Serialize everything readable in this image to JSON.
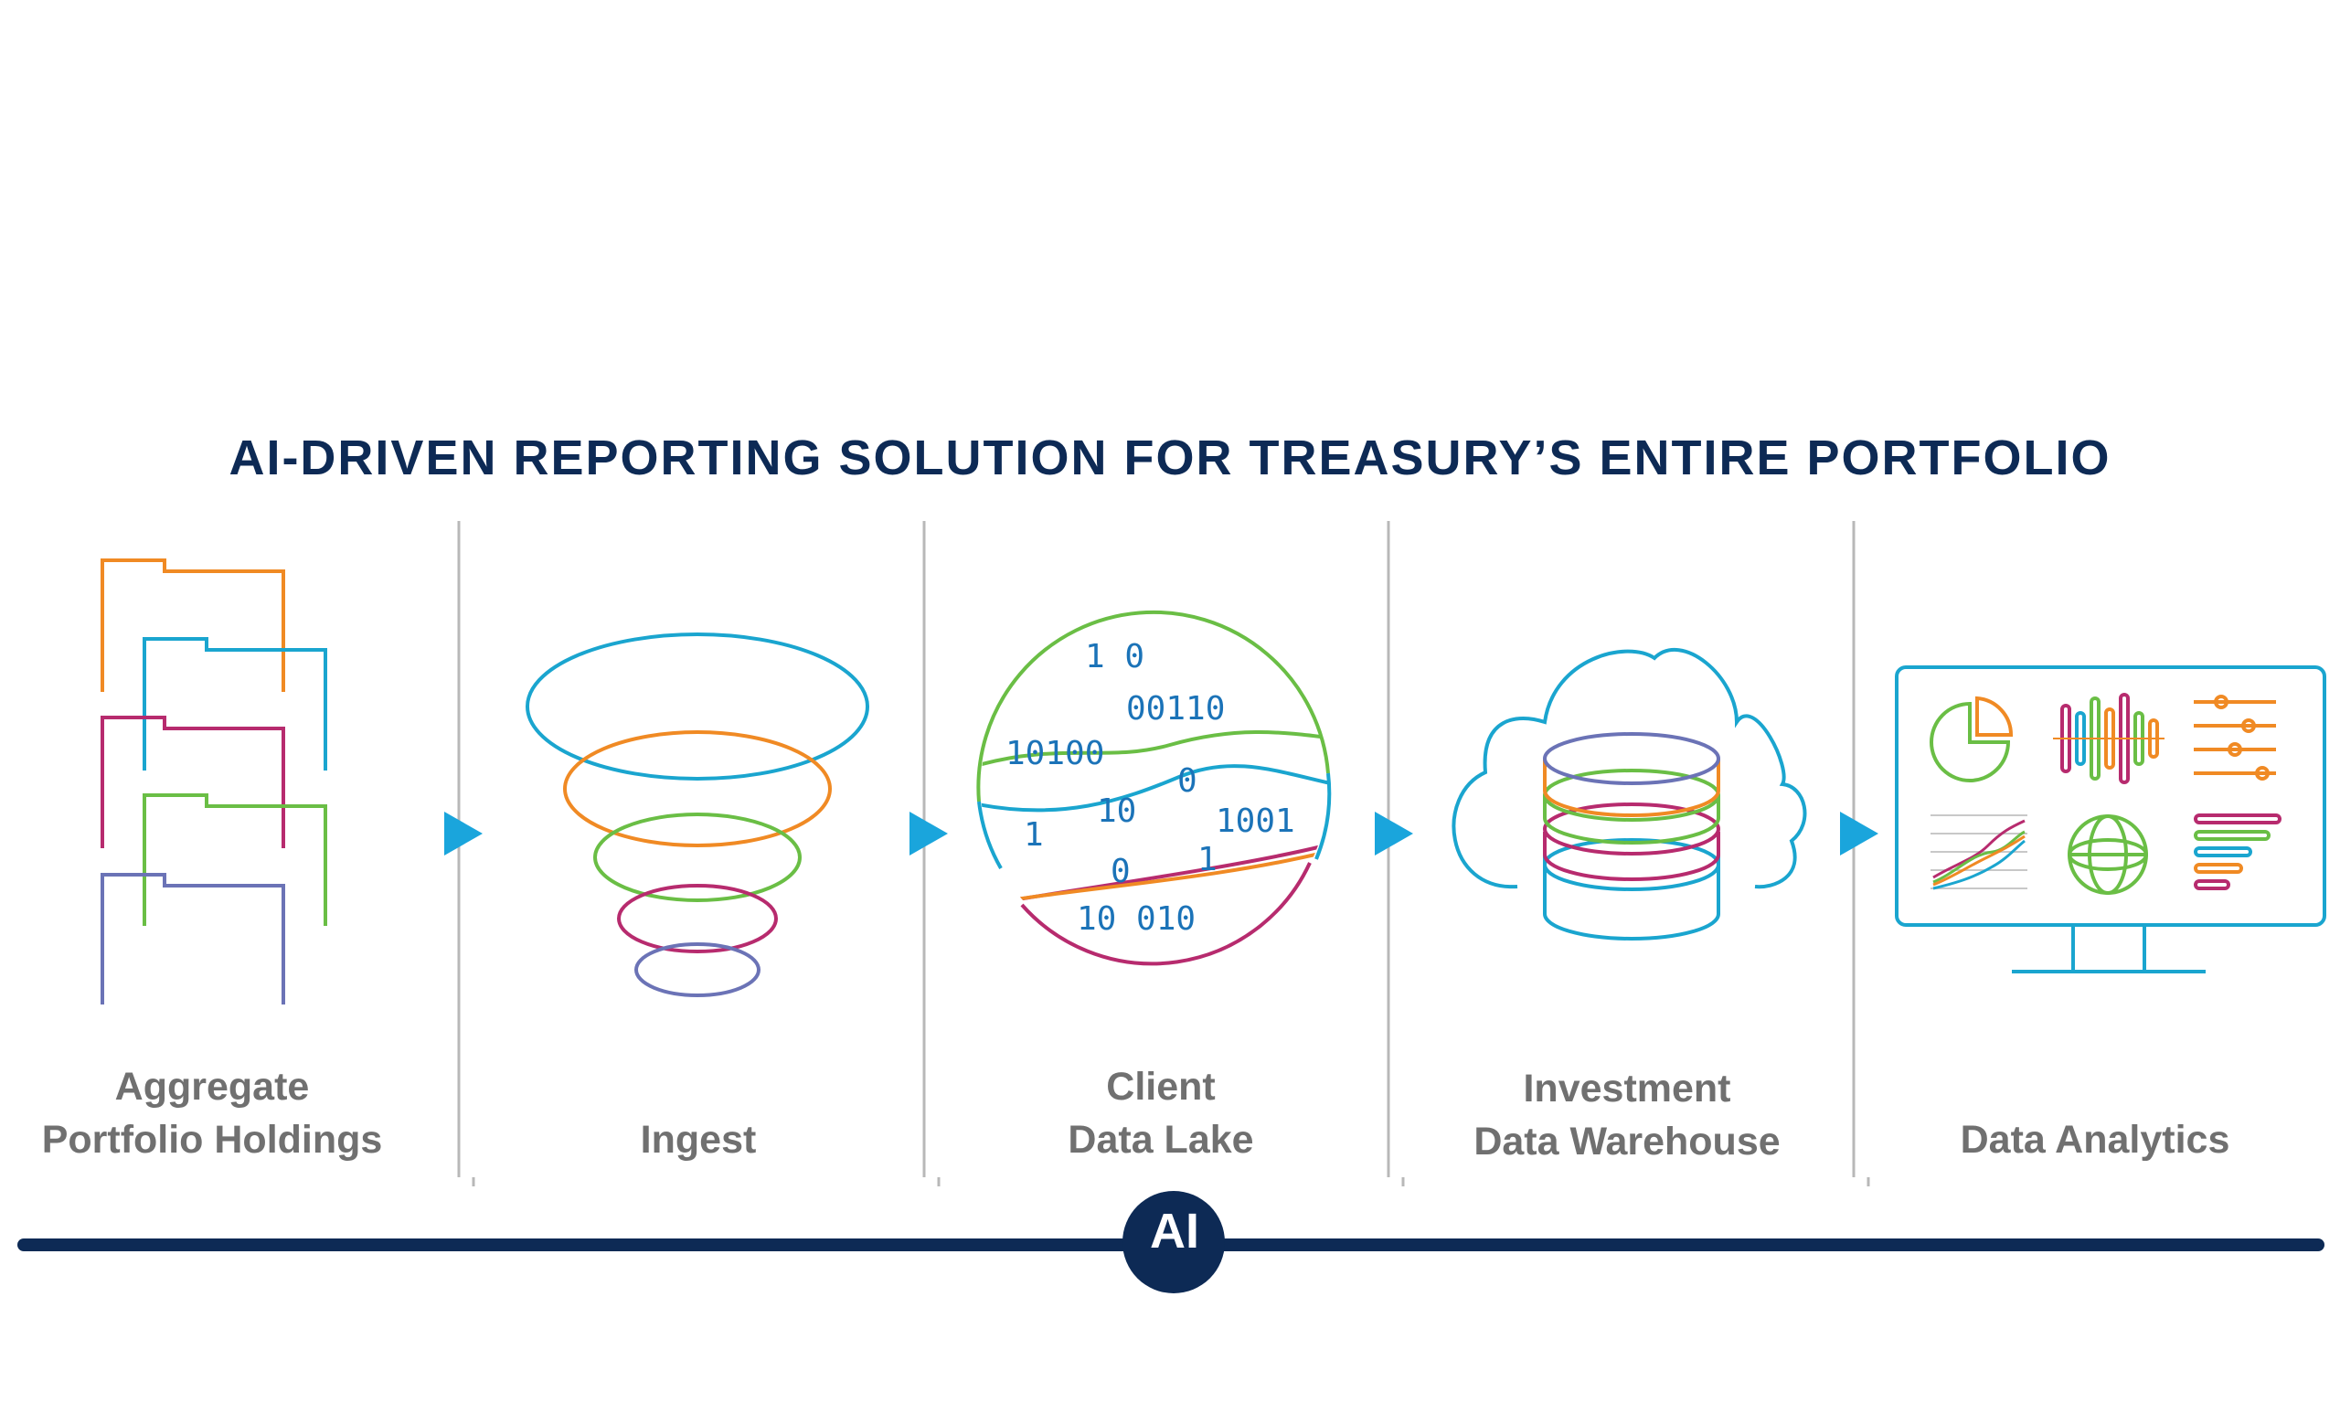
{
  "title": "AI-DRIVEN REPORTING SOLUTION FOR TREASURY’S ENTIRE PORTFOLIO",
  "steps": [
    {
      "line1": "Aggregate",
      "line2": "Portfolio Holdings",
      "icon": "folders-icon"
    },
    {
      "line1": "",
      "line2": "Ingest",
      "icon": "funnel-icon"
    },
    {
      "line1": "Client",
      "line2": "Data Lake",
      "icon": "data-lake-icon"
    },
    {
      "line1": "Investment",
      "line2": "Data Warehouse",
      "icon": "cloud-database-icon"
    },
    {
      "line1": "",
      "line2": "Data Analytics",
      "icon": "monitor-analytics-icon"
    }
  ],
  "binary": [
    "1 0",
    "00110",
    "10100",
    "0",
    "1",
    "10",
    "1001",
    "0",
    "1",
    "10 010"
  ],
  "ai_badge": "AI",
  "colors": {
    "navy": "#0d2a55",
    "cyan": "#1aa5cf",
    "orange": "#f08a24",
    "green": "#6abe45",
    "magenta": "#b72b6e",
    "purple": "#6b73b6",
    "gray": "#707070",
    "arrow": "#1aa5dc"
  }
}
